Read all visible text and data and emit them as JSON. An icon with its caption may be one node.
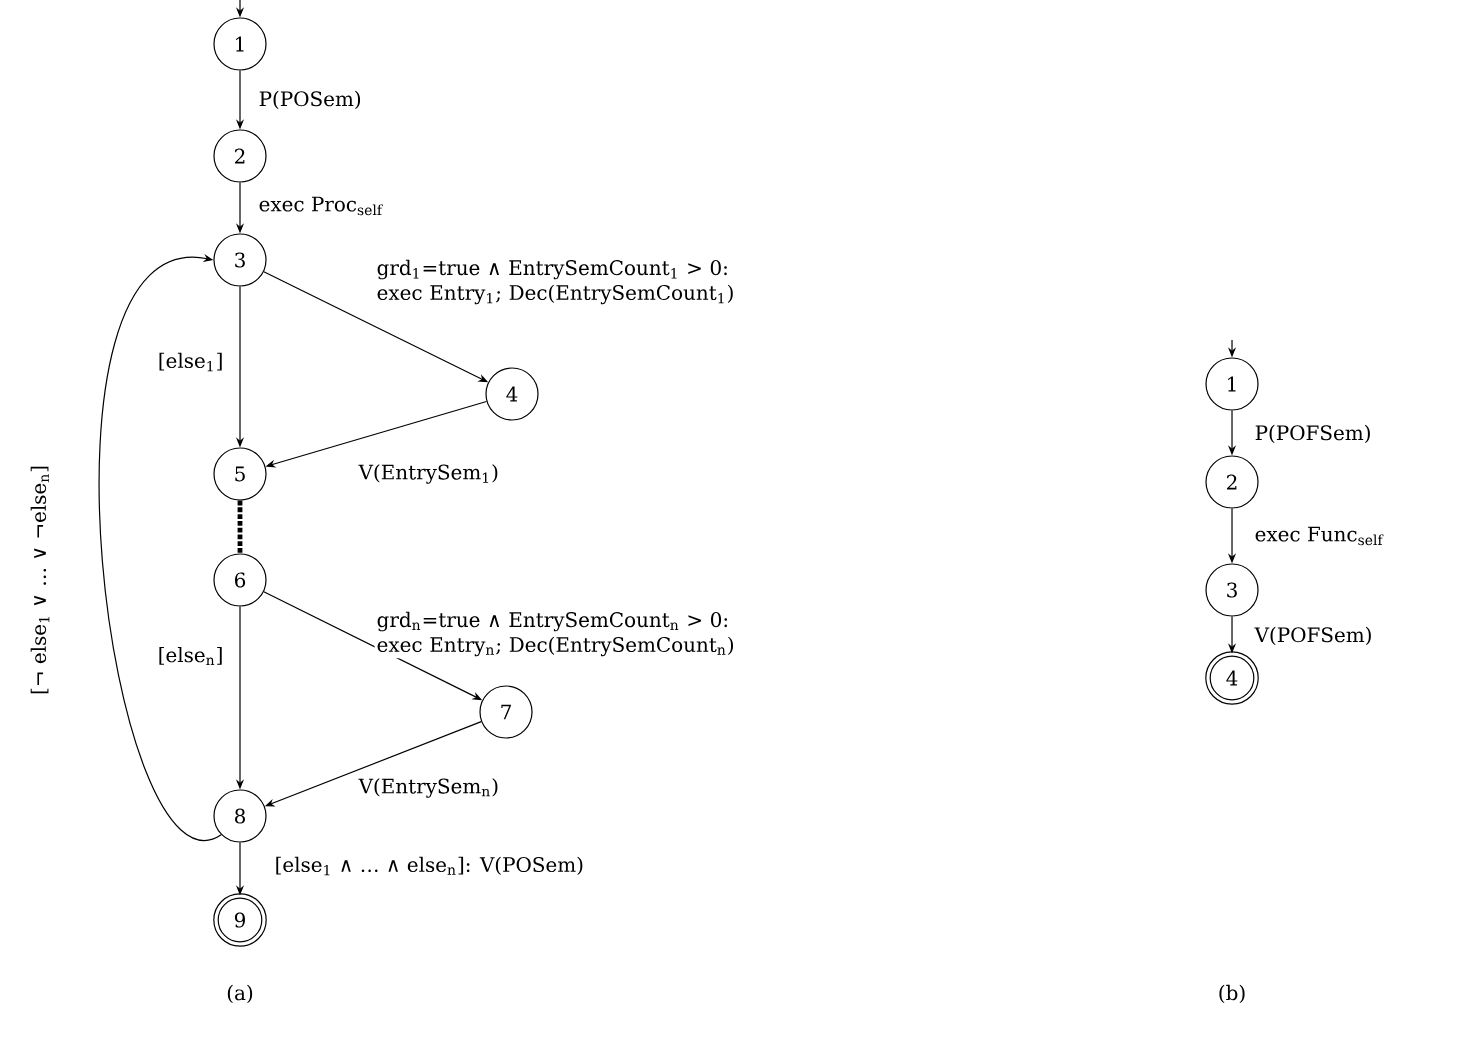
{
  "diagram": {
    "nodes": [
      {
        "text": [
          "1"
        ]
      },
      {
        "text": [
          "2"
        ]
      },
      {
        "text": [
          "3"
        ]
      },
      {
        "text": [
          "4"
        ]
      },
      {
        "text": [
          "5"
        ]
      },
      {
        "text": [
          "6"
        ]
      },
      {
        "text": [
          "7"
        ]
      },
      {
        "text": [
          "8"
        ]
      },
      {
        "text": [
          "9"
        ]
      },
      {
        "text": [
          "1"
        ]
      },
      {
        "text": [
          "2"
        ]
      },
      {
        "text": [
          "3"
        ]
      },
      {
        "text": [
          "4"
        ]
      }
    ],
    "edges": [
      {
        "from": null,
        "to": 0,
        "arrow": "to"
      },
      {
        "from": 0,
        "to": 1,
        "arrow": "to",
        "label": "P(POSem)"
      },
      {
        "from": 1,
        "to": 2,
        "arrow": "to",
        "label": "exec Proc$_{self}$"
      },
      {
        "from": 2,
        "to": 3,
        "arrow": "to",
        "label": "grd$_{1}$=true ∧ EntrySemCount$_{1}$ > 0: exec Entry$_{1}$; Dec(EntrySemCount$_{1}$)"
      },
      {
        "from": 2,
        "to": 4,
        "arrow": "to",
        "label": "[else$_{1}$]"
      },
      {
        "from": 3,
        "to": 4,
        "arrow": "to",
        "label": "V(EntrySem$_{1}$)"
      },
      {
        "from": 4,
        "to": 5,
        "arrow": "none",
        "style": "dashed"
      },
      {
        "from": 5,
        "to": 6,
        "arrow": "to",
        "label": "grd$_{n}$=true ∧ EntrySemCount$_{n}$ > 0: exec Entry$_{n}$; Dec(EntrySemCount$_{n}$)"
      },
      {
        "from": 5,
        "to": 7,
        "arrow": "to",
        "label": "[else$_{n}$]"
      },
      {
        "from": 6,
        "to": 7,
        "arrow": "to",
        "label": "V(EntrySem$_{n}$)"
      },
      {
        "from": 7,
        "to": 2,
        "arrow": "to",
        "label": "[¬ else$_{1}$ ∨ … ∨ ¬else$_{n}$]"
      },
      {
        "from": 7,
        "to": 8,
        "arrow": "to",
        "label": "[else$_{1}$ ∧ … ∧ else$_{n}$]: V(POSem)"
      },
      {
        "from": null,
        "to": 9,
        "arrow": "to"
      },
      {
        "from": 9,
        "to": 10,
        "arrow": "to",
        "label": "P(POFSem)"
      },
      {
        "from": 10,
        "to": 11,
        "arrow": "to",
        "label": "exec Func$_{self}$"
      },
      {
        "from": 11,
        "to": 12,
        "arrow": "to",
        "label": "V(POFSem)"
      }
    ],
    "labels": [
      "(a)",
      "(b)"
    ]
  }
}
